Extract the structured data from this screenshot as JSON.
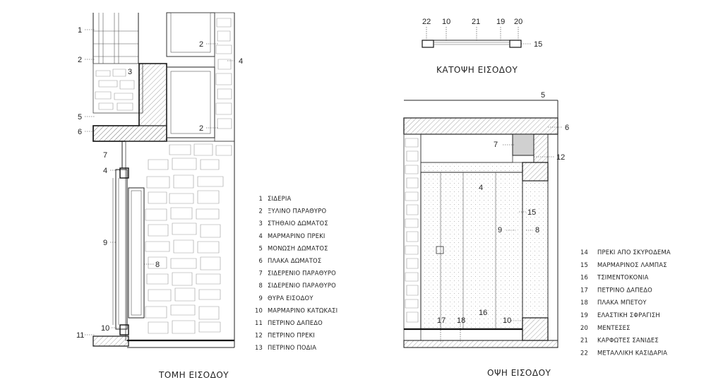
{
  "section": {
    "caption": "ΤΟΜΗ ΕΙΣΟΔΟΥ",
    "callouts": [
      "1",
      "2",
      "2",
      "2",
      "3",
      "4",
      "4",
      "5",
      "6",
      "7",
      "9",
      "8",
      "10",
      "11"
    ]
  },
  "plan": {
    "caption": "ΚΑΤΟΨΗ ΕΙΣΟΔΟΥ",
    "callouts": [
      "22",
      "10",
      "21",
      "19",
      "20",
      "15"
    ]
  },
  "elevation": {
    "caption": "ΟΨΗ ΕΙΣΟΔΟΥ",
    "callouts": [
      "5",
      "6",
      "7",
      "12",
      "4",
      "15",
      "9",
      "8",
      "16",
      "10",
      "17",
      "18"
    ]
  },
  "legend_left": [
    {
      "num": "1",
      "text": "ΣΙΔΕΡΙΑ"
    },
    {
      "num": "2",
      "text": "ΞΥΛΙΝΟ ΠΑΡΑΘΥΡΟ"
    },
    {
      "num": "3",
      "text": "ΣΤΗΘΑΙΟ ΔΩΜΑΤΟΣ"
    },
    {
      "num": "4",
      "text": "ΜΑΡΜΑΡΙΝΟ ΠΡΕΚΙ"
    },
    {
      "num": "5",
      "text": "ΜΟΝΩΣΗ ΔΩΜΑΤΟΣ"
    },
    {
      "num": "6",
      "text": "ΠΛΑΚΑ ΔΩΜΑΤΟΣ"
    },
    {
      "num": "7",
      "text": "ΣΙΔΕΡΕΝΙΟ ΠΑΡΑΘΥΡΟ"
    },
    {
      "num": "8",
      "text": "ΣΙΔΕΡΕΝΙΟ ΠΑΡΑΘΥΡΟ"
    },
    {
      "num": "9",
      "text": "ΘΥΡΑ ΕΙΣΟΔΟΥ"
    },
    {
      "num": "10",
      "text": "ΜΑΡΜΑΡΙΝΟ ΚΑΤΩΚΑΣΙ"
    },
    {
      "num": "11",
      "text": "ΠΕΤΡΙΝΟ ΔΑΠΕΔΟ"
    },
    {
      "num": "12",
      "text": "ΠΕΤΡΙΝΟ ΠΡΕΚΙ"
    },
    {
      "num": "13",
      "text": "ΠΕΤΡΙΝΟ ΠΟΔΙΑ"
    }
  ],
  "legend_right": [
    {
      "num": "14",
      "text": "ΠΡΕΚΙ ΑΠΟ ΣΚΥΡΟΔΕΜΑ"
    },
    {
      "num": "15",
      "text": "ΜΑΡΜΑΡΙΝΟΣ ΛΑΜΠΑΣ"
    },
    {
      "num": "16",
      "text": "ΤΣΙΜΕΝΤΟΚΟΝΙΑ"
    },
    {
      "num": "17",
      "text": "ΠΕΤΡΙΝΟ ΔΑΠΕΔΟ"
    },
    {
      "num": "18",
      "text": "ΠΛΑΚΑ ΜΠΕΤΟΥ"
    },
    {
      "num": "19",
      "text": "ΕΛΑΣΤΙΚΗ ΣΦΡΑΓΙΣΗ"
    },
    {
      "num": "20",
      "text": "ΜΕΝΤΕΣΕΣ"
    },
    {
      "num": "21",
      "text": "ΚΑΡΦΩΤΕΣ ΣΑΝΙΔΕΣ"
    },
    {
      "num": "22",
      "text": "ΜΕΤΑΛΛΙΚΗ ΚΑΣΙΔΑΡΙΑ"
    }
  ]
}
